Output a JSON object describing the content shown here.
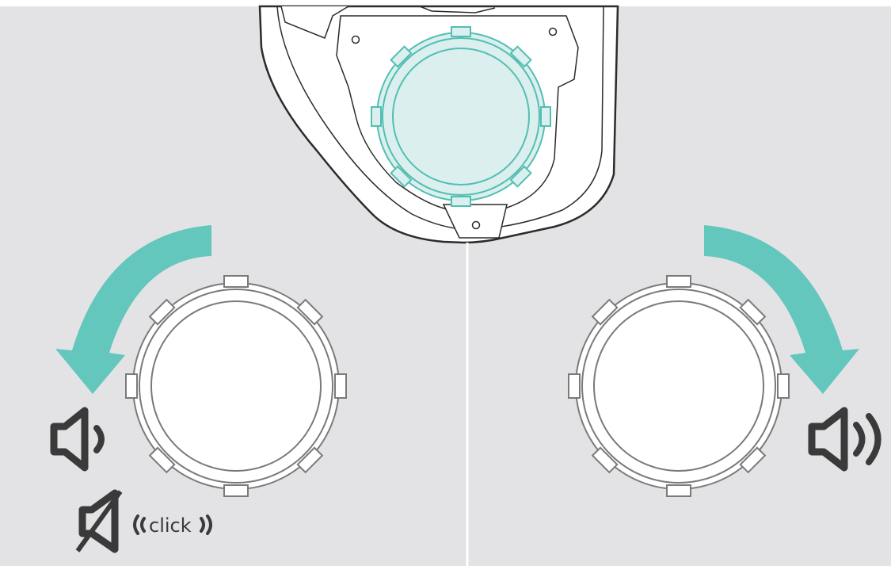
{
  "colors": {
    "panel_bg": "#e3e3e5",
    "page_bg": "#ffffff",
    "accent_arrow": "#63c7bd",
    "accent_fill": "#dbefee",
    "accent_stroke": "#52bfb3",
    "outline": "#2b2b2b",
    "knob_stroke": "#7a7a7a",
    "icon": "#3a3a3a"
  },
  "left_panel": {
    "arrow": "rotate-counterclockwise",
    "icon_volume": "speaker-low-icon",
    "icon_mute": "speaker-mute-icon",
    "click_text": "click"
  },
  "right_panel": {
    "arrow": "rotate-clockwise",
    "icon_volume": "speaker-high-icon"
  },
  "headset": {
    "highlighted_part": "volume-knob"
  }
}
